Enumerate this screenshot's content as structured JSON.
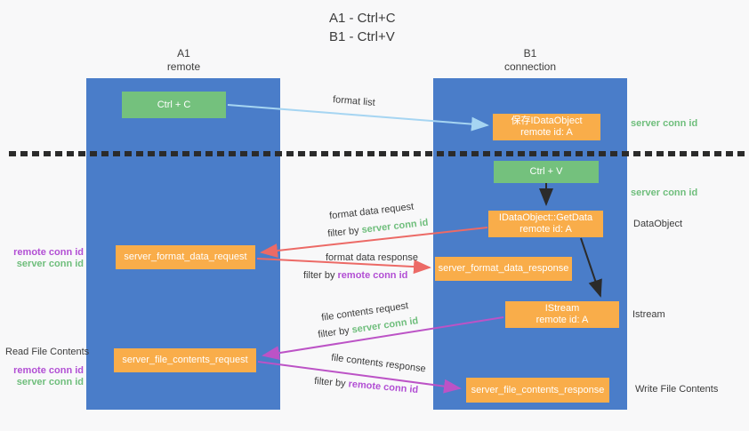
{
  "title": {
    "line1": "A1 - Ctrl+C",
    "line2": "B1 - Ctrl+V"
  },
  "columns": {
    "left": {
      "name": "A1",
      "subtitle": "remote"
    },
    "right": {
      "name": "B1",
      "subtitle": "connection"
    }
  },
  "nodes": {
    "ctrl_c": {
      "label": "Ctrl + C"
    },
    "save_dataobject": {
      "line1": "保存IDataObject",
      "line2": "remote id: A"
    },
    "ctrl_v": {
      "label": "Ctrl + V"
    },
    "getdata": {
      "line1": "IDataObject::GetData",
      "line2": "remote id: A"
    },
    "istream": {
      "line1": "IStream",
      "line2": "remote id: A"
    },
    "format_request": {
      "label": "server_format_data_request"
    },
    "format_response": {
      "label": "server_format_data_response"
    },
    "file_request": {
      "label": "server_file_contents_request"
    },
    "file_response": {
      "label": "server_file_contents_response"
    }
  },
  "flow_labels": {
    "format_list": "format list",
    "format_data_request": "format data request",
    "format_data_request_filter": {
      "prefix": "filter by ",
      "value": "server conn id"
    },
    "format_data_response": "format data response",
    "format_data_response_filter": {
      "prefix": "filter by ",
      "value": "remote conn id"
    },
    "file_contents_request": "file contents request",
    "file_contents_request_filter": {
      "prefix": "filter by ",
      "value": "server conn id"
    },
    "file_contents_response": "file contents response",
    "file_contents_response_filter": {
      "prefix": "filter by ",
      "value": "remote conn id"
    }
  },
  "side_labels": {
    "right_top_server_conn_id": "server conn id",
    "right_mid_server_conn_id": "server conn id",
    "dataobject": "DataObject",
    "istream": "Istream",
    "write_file_contents": "Write File Contents",
    "read_file_contents": "Read File Contents",
    "left_top": {
      "remote": "remote conn id",
      "server": "server conn id"
    },
    "left_bottom": {
      "remote": "remote conn id",
      "server": "server conn id"
    }
  },
  "colors": {
    "column_blue": "#4a7dc9",
    "node_green": "#74c17d",
    "node_orange": "#f9ad4a",
    "arrow_lightblue": "#a6d5f2",
    "arrow_red": "#ec6a66",
    "arrow_magenta": "#bc53c6",
    "arrow_black": "#2b2b2b",
    "text_green": "#6fbe7c",
    "text_purple": "#b24fd4"
  }
}
